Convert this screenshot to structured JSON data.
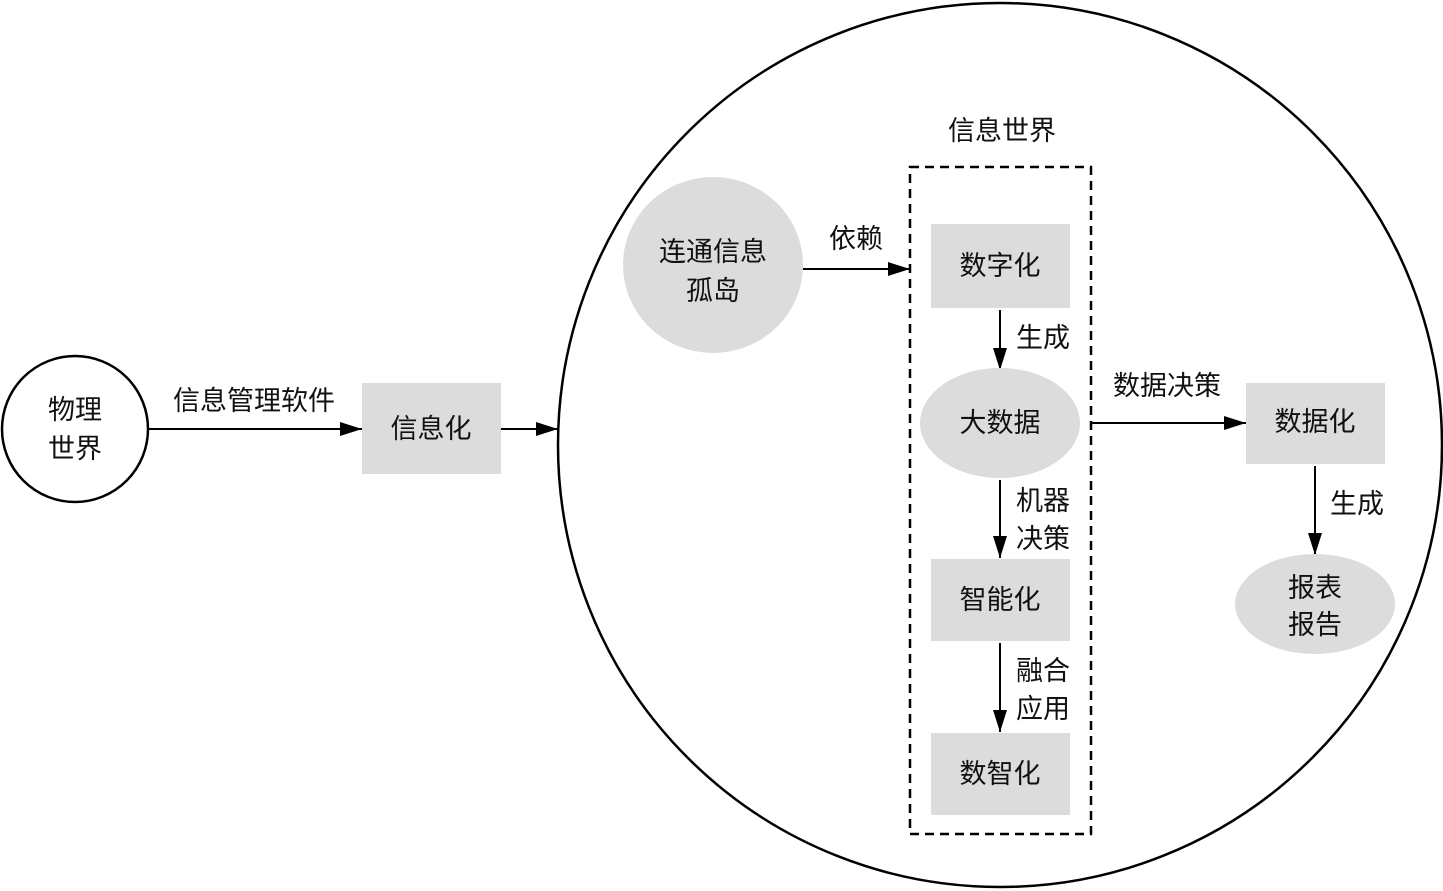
{
  "colors": {
    "stroke": "#000000",
    "node_fill": "#dcdcdc",
    "background": "#ffffff"
  },
  "nodes": {
    "physical_world": [
      "物理",
      "世界"
    ],
    "informatization": "信息化",
    "connect_islands": [
      "连通信息",
      "孤岛"
    ],
    "info_world_title": "信息世界",
    "digitization": "数字化",
    "big_data": "大数据",
    "intelligentization": "智能化",
    "digital_intelligence": "数智化",
    "datafication": "数据化",
    "reports": [
      "报表",
      "报告"
    ]
  },
  "edges": {
    "info_mgmt_software": "信息管理软件",
    "depend": "依赖",
    "generate_1": "生成",
    "machine_decision": [
      "机器",
      "决策"
    ],
    "fusion_application": [
      "融合",
      "应用"
    ],
    "data_decision": "数据决策",
    "generate_2": "生成"
  }
}
